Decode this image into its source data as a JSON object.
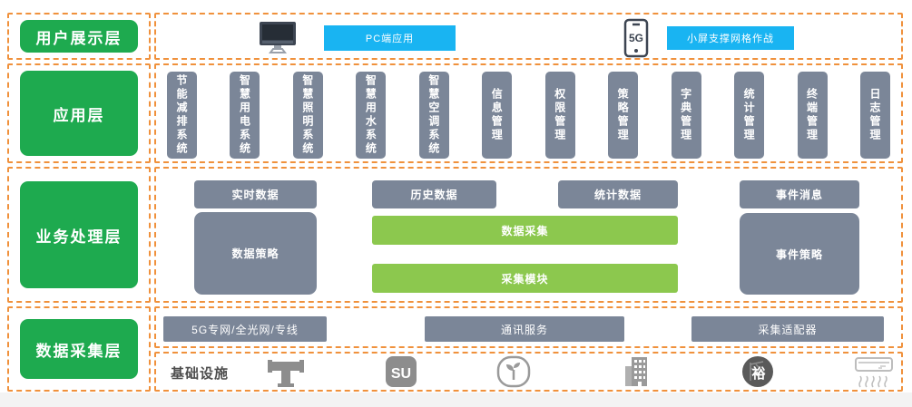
{
  "colors": {
    "layer_green": "#1eaa4f",
    "dashed_orange": "#f0913c",
    "slate_gray": "#7b8698",
    "lime_green": "#8cc84e",
    "cyan_blue": "#19b4f2"
  },
  "layers": {
    "display": {
      "label": "用户展示层",
      "pc_app": "PC端应用",
      "grid_app": "小屏支撑网格作战",
      "icons": [
        "monitor-icon",
        "phone-5g-icon"
      ],
      "phone_badge": "5G"
    },
    "application": {
      "label": "应用层",
      "modules": [
        "节能减排系统",
        "智慧用电系统",
        "智慧照明系统",
        "智慧用水系统",
        "智慧空调系统",
        "信息管理",
        "权限管理",
        "策略管理",
        "字典管理",
        "统计管理",
        "终端管理",
        "日志管理"
      ]
    },
    "business": {
      "label": "业务处理层",
      "blocks": {
        "realtime_data": "实时数据",
        "data_strategy": "数据策略",
        "history_data": "历史数据",
        "statistics_data": "统计数据",
        "data_collection": "数据采集",
        "collection_module": "采集模块",
        "event_message": "事件消息",
        "event_strategy": "事件策略"
      }
    },
    "collection": {
      "label": "数据采集层",
      "network": "5G专网/全光网/专线",
      "comm_service": "通讯服务",
      "adapter": "采集适配器"
    },
    "infrastructure": {
      "label": "基础设施",
      "icons": [
        "pipe-icon",
        "su-logo-icon",
        "sprout-icon",
        "building-icon",
        "yu-badge-icon",
        "ac-unit-icon"
      ],
      "yu_badge_glyph": "裕",
      "su_logo_glyph": "SU"
    }
  }
}
